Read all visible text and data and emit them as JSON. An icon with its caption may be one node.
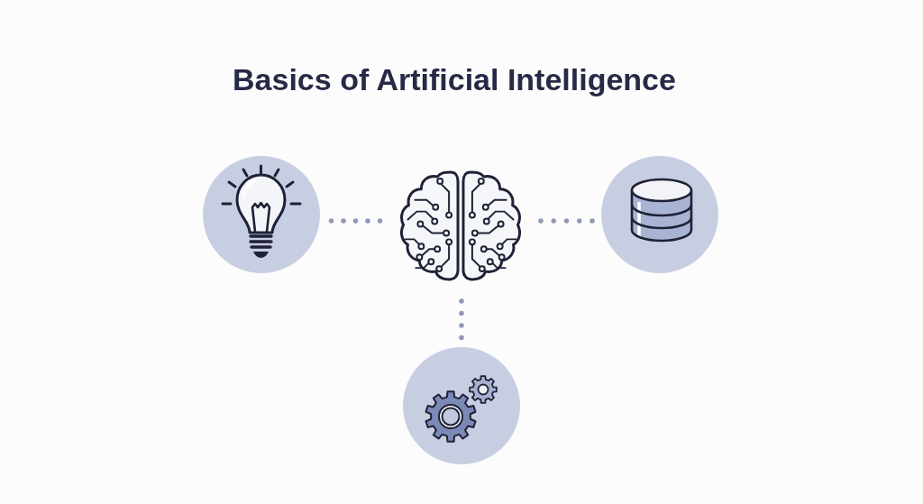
{
  "diagram": {
    "title": "Basics of Artificial Intelligence",
    "nodes": [
      {
        "text": [],
        "shape": "circle"
      },
      {
        "text": [],
        "shape": "picture"
      },
      {
        "text": [],
        "shape": "circle"
      },
      {
        "text": [],
        "shape": "circle"
      }
    ],
    "edges": [
      {
        "from": 0,
        "to": 1,
        "arrow": "none",
        "style": "dashed"
      },
      {
        "from": 1,
        "to": 2,
        "arrow": "none",
        "style": "dashed"
      },
      {
        "from": 1,
        "to": 3,
        "arrow": "none",
        "style": "dashed"
      }
    ]
  }
}
